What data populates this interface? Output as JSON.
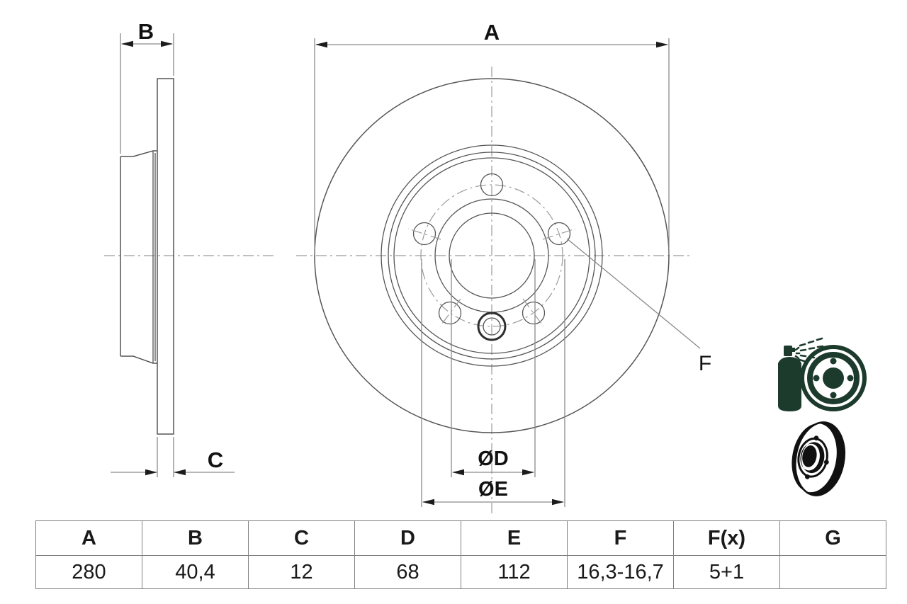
{
  "drawing": {
    "labels": {
      "a": "A",
      "b": "B",
      "c": "C",
      "f": "F",
      "dd": "ØD",
      "de": "ØE"
    }
  },
  "table": {
    "headers": [
      "A",
      "B",
      "C",
      "D",
      "E",
      "F",
      "F(x)",
      "G"
    ],
    "values": [
      "280",
      "40,4",
      "12",
      "68",
      "112",
      "16,3-16,7",
      "5+1",
      ""
    ]
  },
  "icons": [
    {
      "name": "spray-can-disc-icon"
    },
    {
      "name": "brake-disc-icon"
    }
  ],
  "colors": {
    "line": "#555555",
    "dim": "#8a8a8a",
    "centerline": "#9b9b9b",
    "arrow": "#1c1c1c",
    "label": "#111111",
    "icon_green": "#1d3b2c",
    "icon_black": "#111111",
    "table_border": "#7f7f7f",
    "table_text": "#1a1a1a",
    "bg": "#ffffff"
  }
}
